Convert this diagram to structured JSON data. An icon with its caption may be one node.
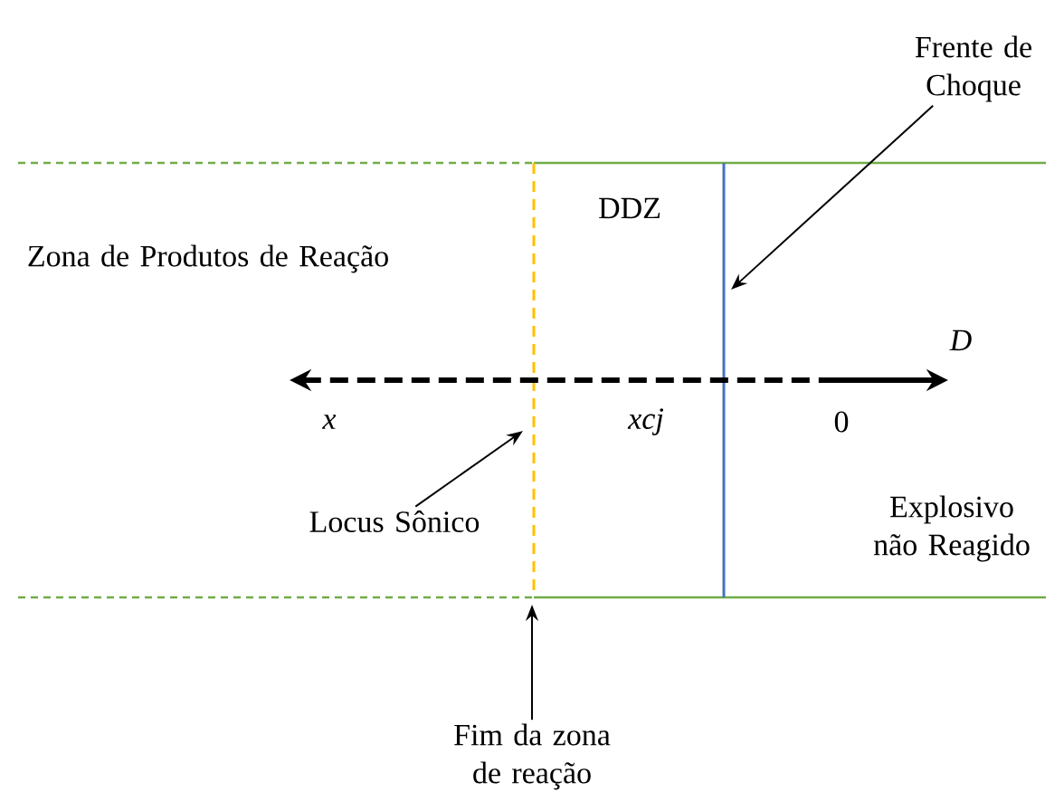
{
  "diagram": {
    "nodes": [
      {
        "text": [
          "Frente de Choque"
        ]
      },
      {
        "text": [
          "Locus Sônico"
        ]
      },
      {
        "text": [
          "Fim da zona de reação"
        ]
      }
    ],
    "edges": [
      {
        "from": 0,
        "to": null,
        "arrow": "to"
      },
      {
        "from": 1,
        "to": null,
        "arrow": "to"
      },
      {
        "from": 2,
        "to": null,
        "arrow": "to"
      }
    ],
    "labels": [
      "Zona de Produtos de Reação",
      "DDZ",
      "D",
      "x",
      "xcj",
      "0",
      "Explosivo não Reagido"
    ]
  }
}
